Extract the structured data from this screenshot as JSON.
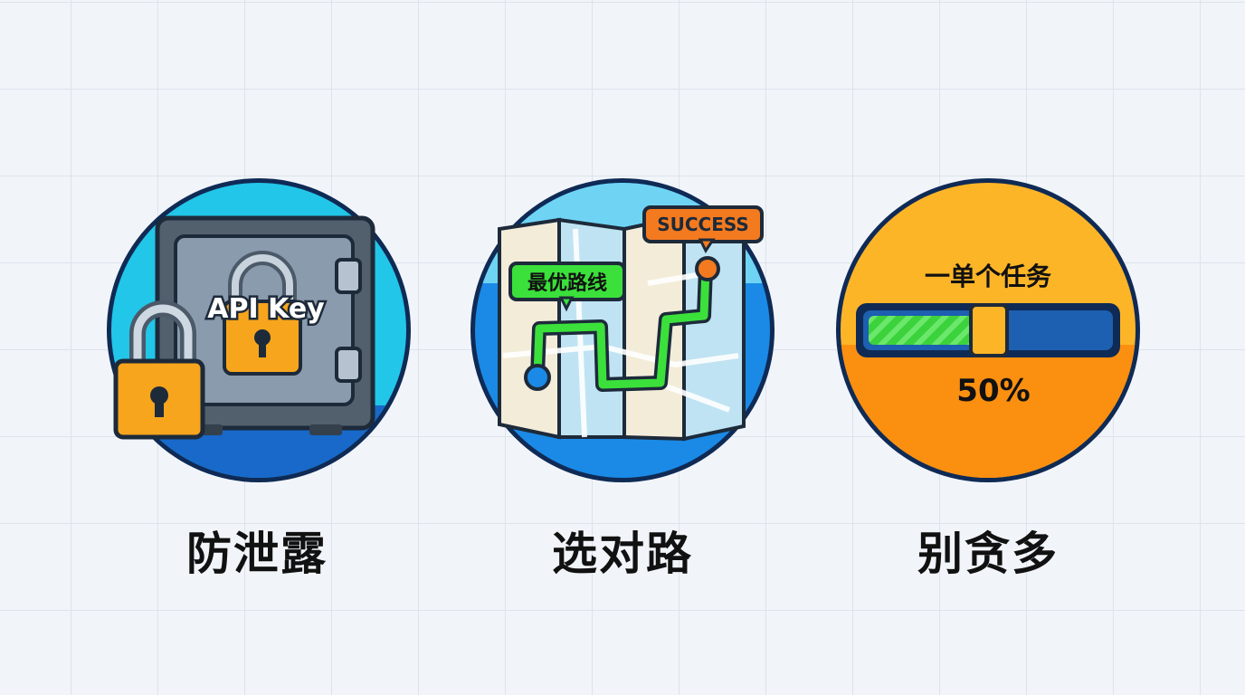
{
  "cards": [
    {
      "title": "防泄露",
      "icon": "safe-lock-icon",
      "label": "API Key",
      "colors": {
        "bg": "#22c6e8",
        "ring": "#0f2a55",
        "lock": "#f7a51c",
        "safe": "#7c8fa3"
      }
    },
    {
      "title": "选对路",
      "icon": "route-map-icon",
      "route_label": "最优路线",
      "status_label": "SUCCESS",
      "colors": {
        "bg": "#1a8ae6",
        "ring": "#0f2a55",
        "route": "#3be03b",
        "status": "#f47a1f"
      }
    },
    {
      "title": "别贪多",
      "icon": "progress-slider-icon",
      "task_label": "一单个任务",
      "progress": 0.5,
      "progress_text": "50%",
      "colors": {
        "bg": "#fda31a",
        "ring": "#0f2a55",
        "track": "#1d5fb0",
        "fill": "#3cd23c"
      }
    }
  ]
}
